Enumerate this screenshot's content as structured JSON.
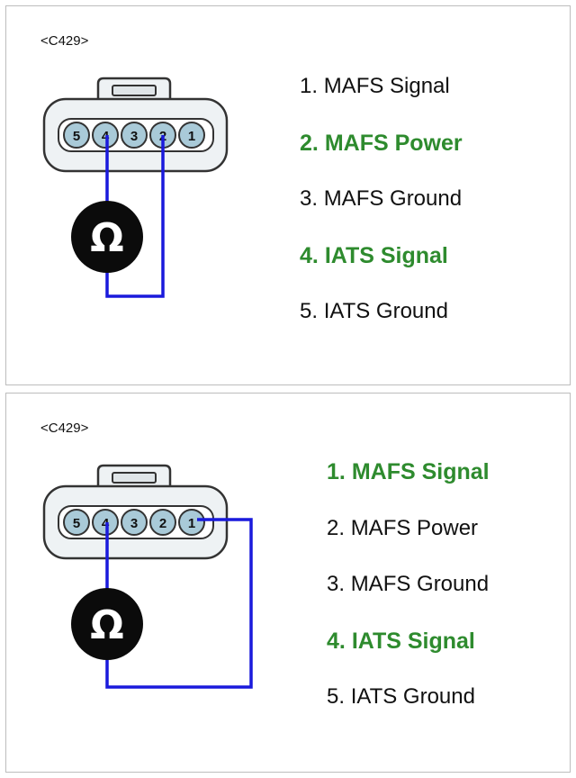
{
  "colors": {
    "highlight": "#2e8b2e",
    "wire": "#1a1adc",
    "pin_fill": "#a9cad8",
    "connector_fill": "#eef2f4",
    "meter_fill": "#0b0b0b"
  },
  "panels": [
    {
      "connector_label": "<C429>",
      "meter_icon": "ohm-symbol",
      "meter_symbol": "Ω",
      "probe_pins": [
        "4",
        "2"
      ],
      "pins": [
        {
          "num": "5",
          "label": "5"
        },
        {
          "num": "4",
          "label": "4"
        },
        {
          "num": "3",
          "label": "3"
        },
        {
          "num": "2",
          "label": "2"
        },
        {
          "num": "1",
          "label": "1"
        }
      ],
      "items": [
        {
          "num": "1.",
          "text": "MAFS Signal",
          "highlight": false
        },
        {
          "num": "2.",
          "text": "MAFS Power",
          "highlight": true
        },
        {
          "num": "3.",
          "text": "MAFS Ground",
          "highlight": false
        },
        {
          "num": "4.",
          "text": "IATS Signal",
          "highlight": true
        },
        {
          "num": "5.",
          "text": "IATS Ground",
          "highlight": false
        }
      ]
    },
    {
      "connector_label": "<C429>",
      "meter_icon": "ohm-symbol",
      "meter_symbol": "Ω",
      "probe_pins": [
        "4",
        "1"
      ],
      "pins": [
        {
          "num": "5",
          "label": "5"
        },
        {
          "num": "4",
          "label": "4"
        },
        {
          "num": "3",
          "label": "3"
        },
        {
          "num": "2",
          "label": "2"
        },
        {
          "num": "1",
          "label": "1"
        }
      ],
      "items": [
        {
          "num": "1.",
          "text": "MAFS Signal",
          "highlight": true
        },
        {
          "num": "2.",
          "text": "MAFS Power",
          "highlight": false
        },
        {
          "num": "3.",
          "text": "MAFS Ground",
          "highlight": false
        },
        {
          "num": "4.",
          "text": "IATS Signal",
          "highlight": true
        },
        {
          "num": "5.",
          "text": "IATS Ground",
          "highlight": false
        }
      ]
    }
  ]
}
